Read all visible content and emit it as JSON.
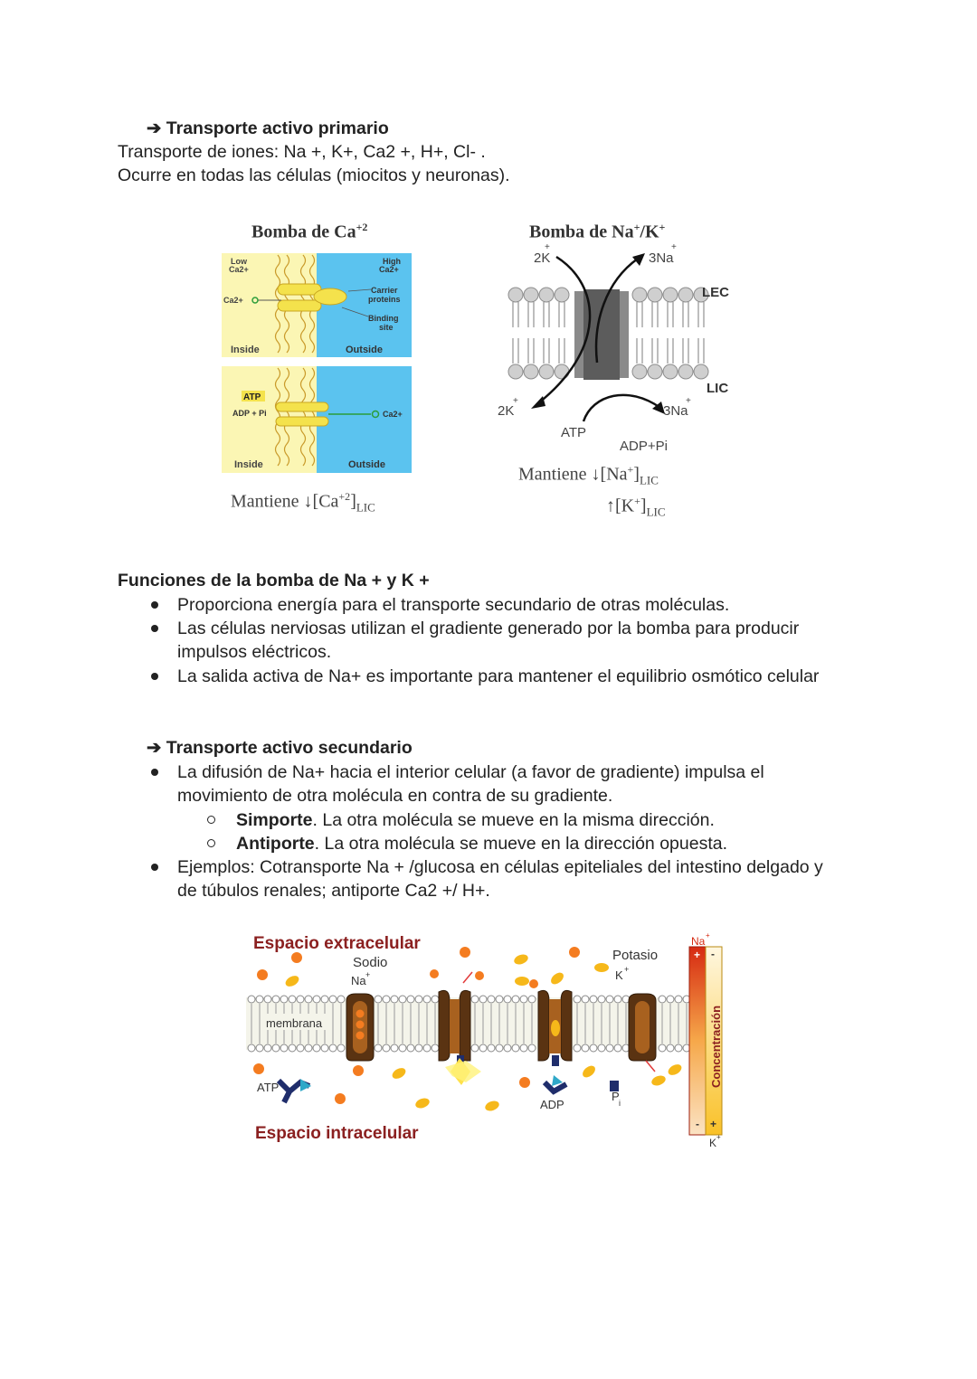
{
  "section1": {
    "heading": "Transporte activo primario",
    "line1": "Transporte de iones: Na +, K+, Ca2 +, H+, Cl- .",
    "line2": "Ocurre en todas las células (miocitos y neuronas)."
  },
  "fig_ca": {
    "title": "Bomba de Ca",
    "title_sup": "+2",
    "low": "Low",
    "low2": "Ca2+",
    "high": "High",
    "high2": "Ca2+",
    "carrier": "Carrier",
    "carrier2": "proteins",
    "binding": "Binding",
    "binding2": "site",
    "ion_left": "Ca2+",
    "inside": "Inside",
    "outside": "Outside",
    "atp": "ATP",
    "adp": "ADP + Pi",
    "ion_right": "Ca2+",
    "caption_pre": "Mantiene ↓[Ca",
    "caption_sup": "+2",
    "caption_post": "]",
    "caption_sub": "LIC"
  },
  "fig_nak": {
    "title": "Bomba de Na",
    "title_mid": "/K",
    "k_top": "2K",
    "na_top": "3Na",
    "lec": "LEC",
    "lic": "LIC",
    "k_bottom": "2K",
    "na_bottom": "3Na",
    "atp": "ATP",
    "adp": "ADP+Pi",
    "caption1_pre": "Mantiene ↓[Na",
    "caption1_post": "]",
    "caption_sub": "LIC",
    "caption2_pre": "↑[K",
    "caption2_post": "]"
  },
  "section2": {
    "heading": "Funciones de la bomba de Na + y K +",
    "bullets": [
      "Proporciona energía para el transporte secundario de otras moléculas.",
      "Las células nerviosas utilizan el gradiente generado por la bomba para producir",
      "impulsos eléctricos.",
      "La salida activa de Na+ es importante para mantener el equilibrio osmótico celular"
    ]
  },
  "section3": {
    "heading": "Transporte activo secundario",
    "b1a": "La difusión de Na+ hacia el interior celular (a favor de gradiente) impulsa el",
    "b1b": "movimiento de otra molécula en contra de su gradiente.",
    "s1_bold": "Simporte",
    "s1_rest": ". La otra molécula se mueve en la misma dirección.",
    "s2_bold": "Antiporte",
    "s2_rest": ". La otra molécula se mueve en la dirección opuesta.",
    "b2a": "Ejemplos: Cotransporte Na + /glucosa en células epiteliales del intestino delgado y",
    "b2b": "de túbulos renales; antiporte Ca2 +/ H+."
  },
  "fig_pump": {
    "extra": "Espacio extracelular",
    "intra": "Espacio intracelular",
    "sodio": "Sodio",
    "na": "Na",
    "potasio": "Potasio",
    "k": "K",
    "membrana": "membrana",
    "atp": "ATP",
    "adp": "ADP",
    "pi": "P",
    "pi_sub": "i",
    "conc": "Concentración",
    "na_label": "Na",
    "k_label": "K",
    "plus": "+",
    "minus": "-"
  }
}
